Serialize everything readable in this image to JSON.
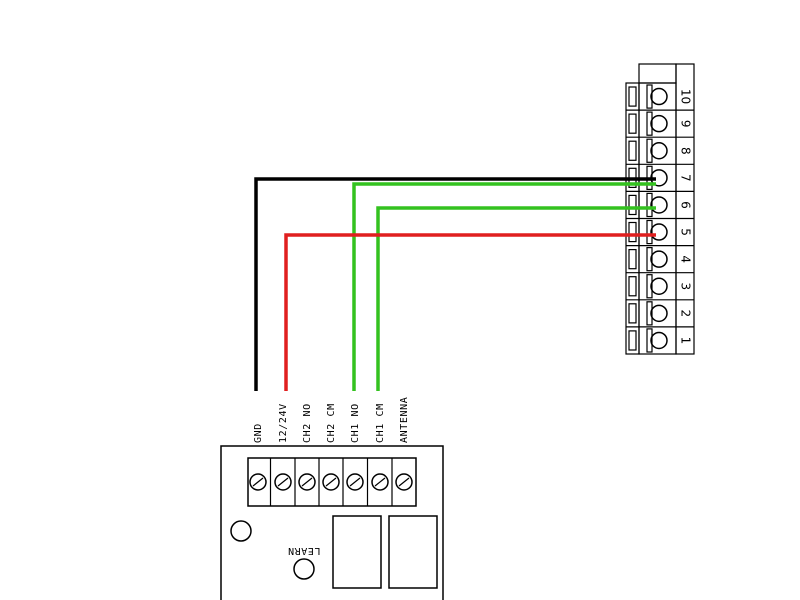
{
  "terminal_block": {
    "numbers": [
      "10",
      "9",
      "8",
      "7",
      "6",
      "5",
      "4",
      "3",
      "2",
      "1"
    ]
  },
  "receiver": {
    "terminals": [
      "GND",
      "12/24V",
      "CH2 NO",
      "CH2 CM",
      "CH1 NO",
      "CH1 CM",
      "ANTENNA"
    ],
    "learn_label": "LEARN"
  },
  "wires": [
    {
      "from": "GND",
      "to": "7",
      "color": "#000000"
    },
    {
      "from": "CH1 NO",
      "to": "7",
      "color": "#33c21f"
    },
    {
      "from": "CH1 CM",
      "to": "6",
      "color": "#33c21f"
    },
    {
      "from": "12/24V",
      "to": "5",
      "color": "#e01f1f"
    }
  ],
  "colors": {
    "black_wire": "#000000",
    "green_wire": "#33c21f",
    "red_wire": "#e01f1f"
  }
}
